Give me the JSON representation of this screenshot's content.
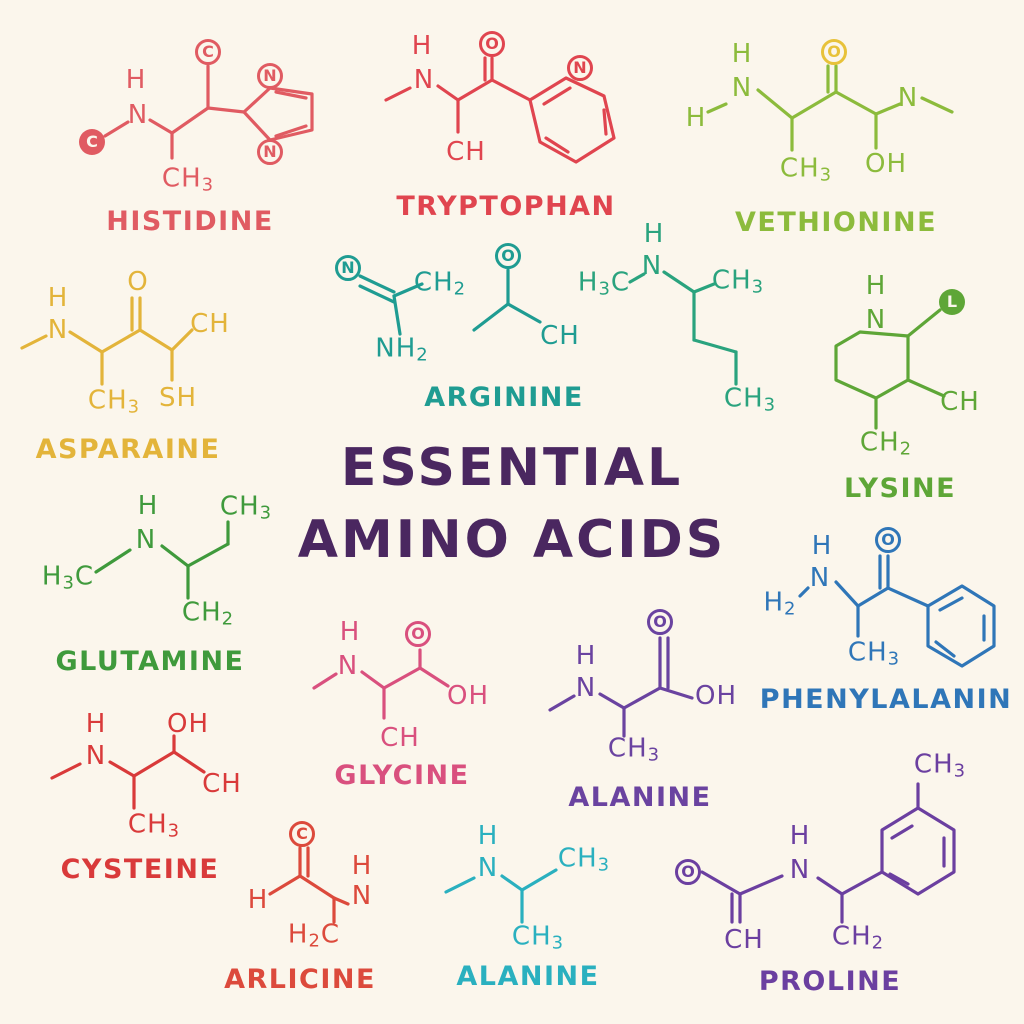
{
  "title": {
    "line1": "ESSENTIAL",
    "line2": "AMINO ACIDS",
    "color": "#4a2760"
  },
  "molecules": [
    {
      "id": "histidine",
      "name": "HISTIDINE",
      "color": "#e05b62",
      "atoms": [
        {
          "text": "C",
          "circle": "filled"
        },
        {
          "text": "C",
          "circle": "outline"
        },
        {
          "text": "H"
        },
        {
          "text": "N"
        },
        {
          "text": "CH3"
        },
        {
          "text": "N",
          "circle": "outline"
        },
        {
          "text": "N",
          "circle": "outline"
        }
      ]
    },
    {
      "id": "tryptophan",
      "name": "TRYPTOPHAN",
      "color": "#e0454f",
      "atoms": [
        {
          "text": "H"
        },
        {
          "text": "N"
        },
        {
          "text": "O",
          "circle": "outline"
        },
        {
          "text": "N",
          "circle": "outline"
        },
        {
          "text": "CH"
        }
      ]
    },
    {
      "id": "vethionine",
      "name": "VETHIONINE",
      "color": "#8cbb3c",
      "atoms": [
        {
          "text": "H"
        },
        {
          "text": "H"
        },
        {
          "text": "N"
        },
        {
          "text": "O",
          "circle": "outline",
          "color": "#e8c23a"
        },
        {
          "text": "N"
        },
        {
          "text": "CH3"
        },
        {
          "text": "OH"
        }
      ]
    },
    {
      "id": "asparaine",
      "name": "ASPARAINE",
      "color": "#e3b43a",
      "atoms": [
        {
          "text": "H"
        },
        {
          "text": "N"
        },
        {
          "text": "O"
        },
        {
          "text": "CH"
        },
        {
          "text": "CH3"
        },
        {
          "text": "SH"
        }
      ]
    },
    {
      "id": "arginine",
      "name": "ARGININE",
      "color": "#1f9c92",
      "atoms": [
        {
          "text": "N",
          "circle": "outline"
        },
        {
          "text": "CH2"
        },
        {
          "text": "NH2"
        },
        {
          "text": "O",
          "circle": "outline"
        },
        {
          "text": "CH"
        }
      ]
    },
    {
      "id": "arginine-chain",
      "name": "",
      "color": "#2aa37e",
      "atoms": [
        {
          "text": "H"
        },
        {
          "text": "H3C"
        },
        {
          "text": "N"
        },
        {
          "text": "CH3"
        },
        {
          "text": "CH3"
        }
      ]
    },
    {
      "id": "lysine",
      "name": "LYSINE",
      "color": "#5ea637",
      "atoms": [
        {
          "text": "H"
        },
        {
          "text": "N"
        },
        {
          "text": "L",
          "circle": "filled"
        },
        {
          "text": "CH"
        },
        {
          "text": "CH2"
        }
      ]
    },
    {
      "id": "glutamine",
      "name": "GLUTAMINE",
      "color": "#3f9a3c",
      "atoms": [
        {
          "text": "H"
        },
        {
          "text": "N"
        },
        {
          "text": "CH3"
        },
        {
          "text": "H3C"
        },
        {
          "text": "CH2"
        }
      ]
    },
    {
      "id": "phenylalanin",
      "name": "PHENYLALANIN",
      "color": "#2f76b8",
      "atoms": [
        {
          "text": "H"
        },
        {
          "text": "N"
        },
        {
          "text": "H2"
        },
        {
          "text": "O",
          "circle": "outline"
        },
        {
          "text": "CH3"
        }
      ]
    },
    {
      "id": "glycine",
      "name": "GLYCINE",
      "color": "#d9507e",
      "atoms": [
        {
          "text": "H"
        },
        {
          "text": "N"
        },
        {
          "text": "O",
          "circle": "outline"
        },
        {
          "text": "OH"
        },
        {
          "text": "CH"
        }
      ]
    },
    {
      "id": "alanine-1",
      "name": "ALANINE",
      "color": "#6a43a0",
      "atoms": [
        {
          "text": "O",
          "circle": "outline"
        },
        {
          "text": "H"
        },
        {
          "text": "N"
        },
        {
          "text": "OH"
        },
        {
          "text": "CH3"
        }
      ]
    },
    {
      "id": "cysteine",
      "name": "CYSTEINE",
      "color": "#d93a3a",
      "atoms": [
        {
          "text": "H"
        },
        {
          "text": "N"
        },
        {
          "text": "OH"
        },
        {
          "text": "CH"
        },
        {
          "text": "CH3"
        }
      ]
    },
    {
      "id": "arlicine",
      "name": "ARLICINE",
      "color": "#dc4a3c",
      "atoms": [
        {
          "text": "C",
          "circle": "outline"
        },
        {
          "text": "H"
        },
        {
          "text": "H"
        },
        {
          "text": "N"
        },
        {
          "text": "H2C"
        }
      ]
    },
    {
      "id": "alanine-2",
      "name": "ALANINE",
      "color": "#2ab0bf",
      "atoms": [
        {
          "text": "H"
        },
        {
          "text": "N"
        },
        {
          "text": "CH3"
        },
        {
          "text": "CH3"
        }
      ]
    },
    {
      "id": "proline",
      "name": "PROLINE",
      "color": "#6b3fa0",
      "atoms": [
        {
          "text": "CH3"
        },
        {
          "text": "H"
        },
        {
          "text": "N"
        },
        {
          "text": "O",
          "circle": "outline"
        },
        {
          "text": "CH"
        },
        {
          "text": "CH2"
        }
      ]
    }
  ]
}
